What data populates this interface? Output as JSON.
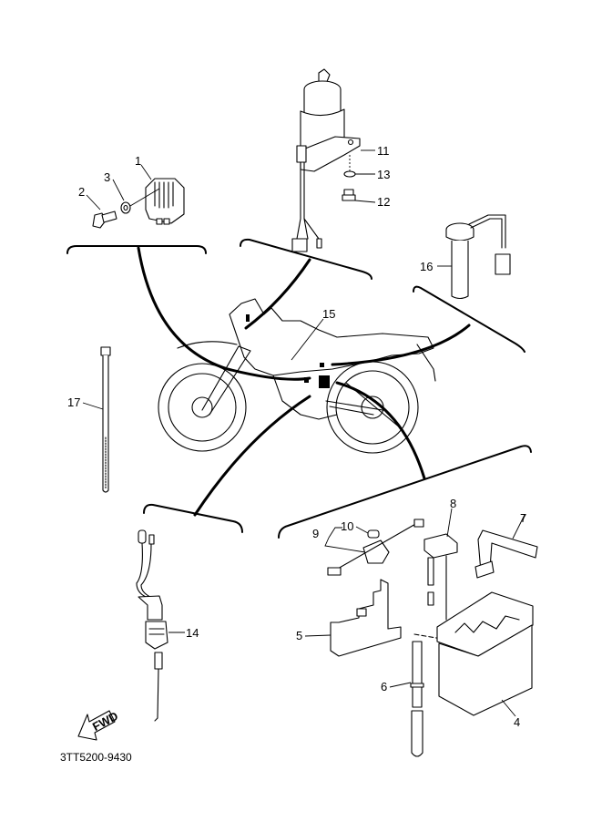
{
  "diagram": {
    "type": "exploded-parts-diagram",
    "drawing_code": "3TT5200-9430",
    "direction_indicator": "FWD",
    "callouts": [
      {
        "number": "1",
        "part": "rectifier-regulator"
      },
      {
        "number": "2",
        "part": "bolt"
      },
      {
        "number": "3",
        "part": "washer"
      },
      {
        "number": "4",
        "part": "battery"
      },
      {
        "number": "5",
        "part": "battery-case"
      },
      {
        "number": "6",
        "part": "breather-pipe"
      },
      {
        "number": "7",
        "part": "battery-band"
      },
      {
        "number": "8",
        "part": "starter-relay"
      },
      {
        "number": "9",
        "part": "fuse-holder"
      },
      {
        "number": "10",
        "part": "fuse"
      },
      {
        "number": "11",
        "part": "main-switch"
      },
      {
        "number": "12",
        "part": "bolt"
      },
      {
        "number": "13",
        "part": "washer"
      },
      {
        "number": "14",
        "part": "neutral-switch"
      },
      {
        "number": "15",
        "part": "wire-harness"
      },
      {
        "number": "16",
        "part": "fuel-sender"
      },
      {
        "number": "17",
        "part": "cable-tie"
      }
    ]
  }
}
